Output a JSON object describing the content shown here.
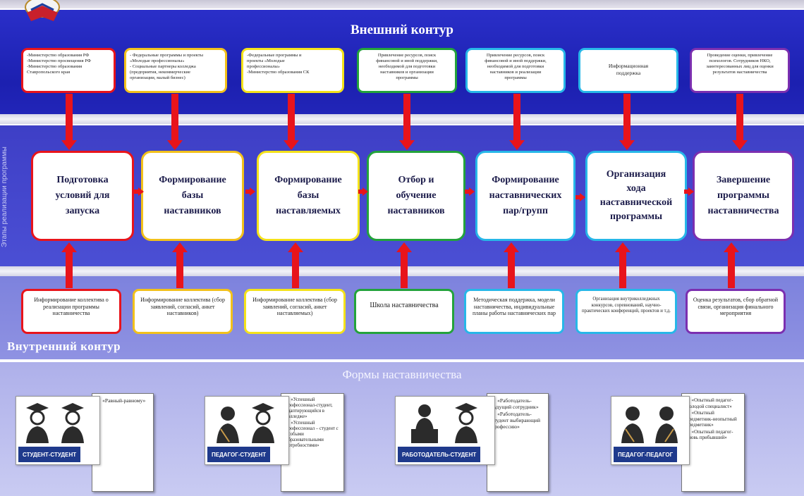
{
  "outer": {
    "title": "Внешний контур",
    "boxes": [
      {
        "lines": [
          "-Министерство образования РФ",
          "-Министерство просвещения РФ",
          "-Министерство образования",
          "Ставропольского края"
        ],
        "color": "#e8141b"
      },
      {
        "lines": [
          "- Федеральные программы и проекты",
          "«Молодые профессионалы»",
          "- Социальные партнеры колледжа",
          "(предприятия, некоммерческие",
          "организации, малый бизнес)"
        ],
        "color": "#f2c11b"
      },
      {
        "lines": [
          "-Федеральные программы и",
          "проекты «Молодые",
          "профессионалы»",
          "-Министерство образования СК"
        ],
        "color": "#f4e21a"
      },
      {
        "lines": [
          "Привлечение ресурсов, поиск",
          "финансовой и иной поддержки,",
          "необходимой для подготовки",
          "наставников и организации",
          "программы"
        ],
        "color": "#23a33b"
      },
      {
        "lines": [
          "Привлечение ресурсов, поиск",
          "финансовой и иной поддержки,",
          "необходимой для подготовки",
          "наставников и реализации",
          "программы"
        ],
        "color": "#27b7e8"
      },
      {
        "lines": [
          "Информационная",
          "поддержка"
        ],
        "color": "#27b7e8"
      },
      {
        "lines": [
          "Проведение оценки, привлечение",
          "психологов. Сотрудников НКО,",
          "заинтересованных лиц для оценки",
          "результатов наставничества"
        ],
        "color": "#7b2fb0"
      }
    ]
  },
  "side_label": "Этапы реализации программы",
  "stages": [
    {
      "label": "Подготовка\nусловий для\nзапуска",
      "color": "#e8141b"
    },
    {
      "label": "Формирование\nбазы\nнаставников",
      "color": "#f2c11b"
    },
    {
      "label": "Формирование\nбазы\nнаставляемых",
      "color": "#f4e21a"
    },
    {
      "label": "Отбор и\nобучение\nнаставников",
      "color": "#23a33b"
    },
    {
      "label": "Формирование\nнаставнических\nпар/групп",
      "color": "#27b7e8"
    },
    {
      "label": "Организация\nхода\nнаставнической\nпрограммы",
      "color": "#27b7e8"
    },
    {
      "label": "Завершение\nпрограммы\nнаставничества",
      "color": "#7b2fb0"
    }
  ],
  "inner": {
    "title": "Внутренний контур",
    "boxes": [
      {
        "text": "Информирование коллектива о реализации программы наставничества",
        "color": "#e8141b"
      },
      {
        "text": "Информирование коллектива (сбор заявлений, согласий, анкет наставников)",
        "color": "#f2c11b"
      },
      {
        "text": "Информирование коллектива (сбор заявлений, согласий, анкет наставляемых)",
        "color": "#f4e21a"
      },
      {
        "text": "Школа наставничества",
        "color": "#23a33b"
      },
      {
        "text": "Методическая поддержка, модели наставничества, индивидуальные планы работы наставнических пар",
        "color": "#27b7e8"
      },
      {
        "text": "Организация внутриколледжных конкурсов, соревнований, научно-практических конференций, проектов и т.д.",
        "color": "#27b7e8"
      },
      {
        "text": "Оценка результатов, сбор обратной связи, организация финального мероприятия",
        "color": "#7b2fb0"
      }
    ]
  },
  "forms": {
    "title": "Формы наставничества",
    "items": [
      {
        "label": "СТУДЕНТ-СТУДЕНТ",
        "icon": "two-graduates-icon",
        "points": [
          "✓ «Равный-равному»"
        ]
      },
      {
        "label": "ПЕДАГОГ-СТУДЕНТ",
        "icon": "teacher-student-icon",
        "points": [
          "✓ «Успешный профессионал-студент, адаптирующийся в колледже»",
          "✓ «Успешный профессионал – студент с особыми образовательными потребностями»"
        ]
      },
      {
        "label": "РАБОТОДАТЕЛЬ-СТУДЕНТ",
        "icon": "employer-student-icon",
        "points": [
          "✓ «Работодатель-будущий сотрудник»",
          "✓ «Работодатель-студент выбирающий профессию»"
        ]
      },
      {
        "label": "ПЕДАГОГ-ПЕДАГОГ",
        "icon": "two-teachers-icon",
        "points": [
          "✓ «Опытный педагог-молодой специалист»",
          "✓ «Опытный предметник-неопытный предметник»",
          "✓ «Опытный педагог-вновь прибывший»"
        ]
      }
    ]
  }
}
